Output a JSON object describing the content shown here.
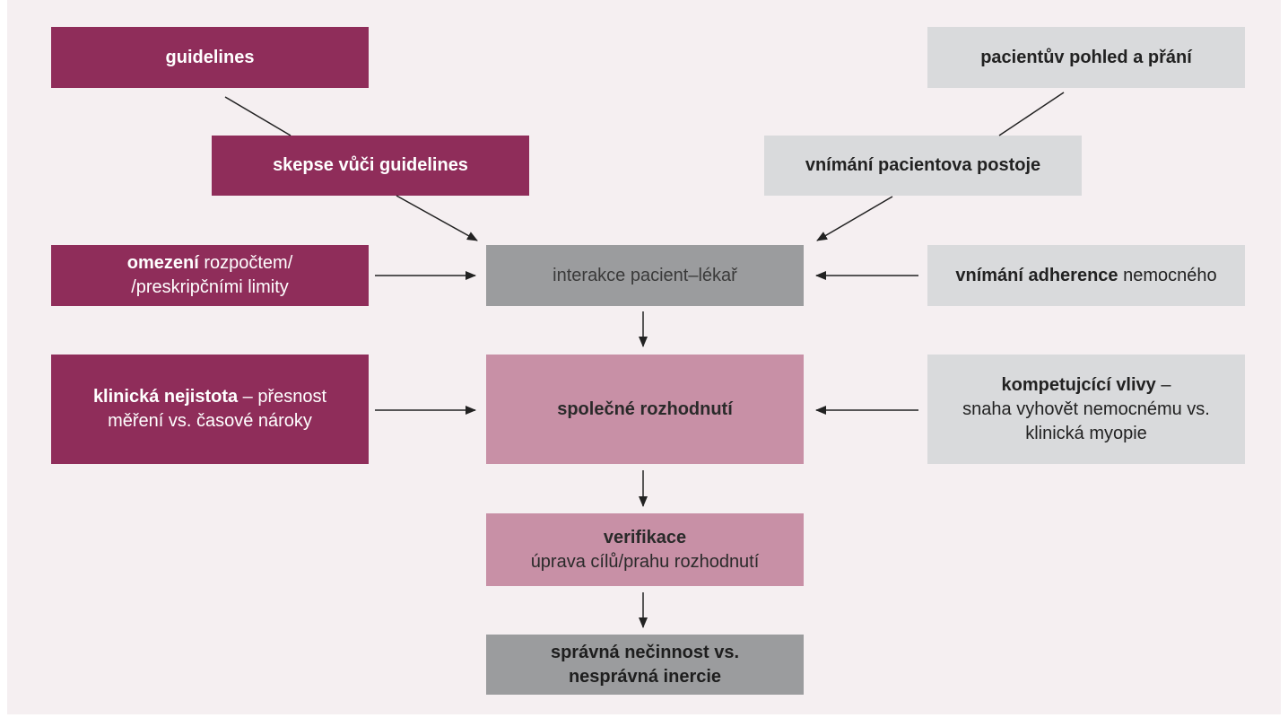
{
  "diagram": {
    "colors": {
      "background": "#f5eff1",
      "maroon": "#8f2d5a",
      "light_grey": "#d9dadc",
      "mid_grey": "#9b9c9e",
      "pink": "#c890a6",
      "arrow": "#222222"
    },
    "guidelines": "guidelines",
    "skepse": "skepse vůči guidelines",
    "omezeni": {
      "bold": "omezení",
      "line1_rest": " rozpočtem/",
      "line2": "/preskripčními limity"
    },
    "klinicka": {
      "bold": "klinická nejistota",
      "line1_rest": " – přesnost",
      "line2": "měření vs. časové nároky"
    },
    "pacientuv": "pacientův pohled a přání",
    "vnimani_postoje": "vnímání pacientova postoje",
    "adherence": {
      "bold": "vnímání adherence",
      "rest": " nemocného"
    },
    "kompetujici": {
      "bold": "kompetujcící vlivy",
      "line1_rest": " –",
      "line2": "snaha vyhovět nemocnému vs.",
      "line3": "klinická myopie"
    },
    "interakce": "interakce pacient–lékař",
    "spolecne": "společné rozhodnutí",
    "verifikace": {
      "title": "verifikace",
      "subtitle": "úprava cílů/prahu rozhodnutí"
    },
    "spravna": {
      "line1": "správná nečinnost vs.",
      "line2": "nesprávná inercie"
    }
  }
}
